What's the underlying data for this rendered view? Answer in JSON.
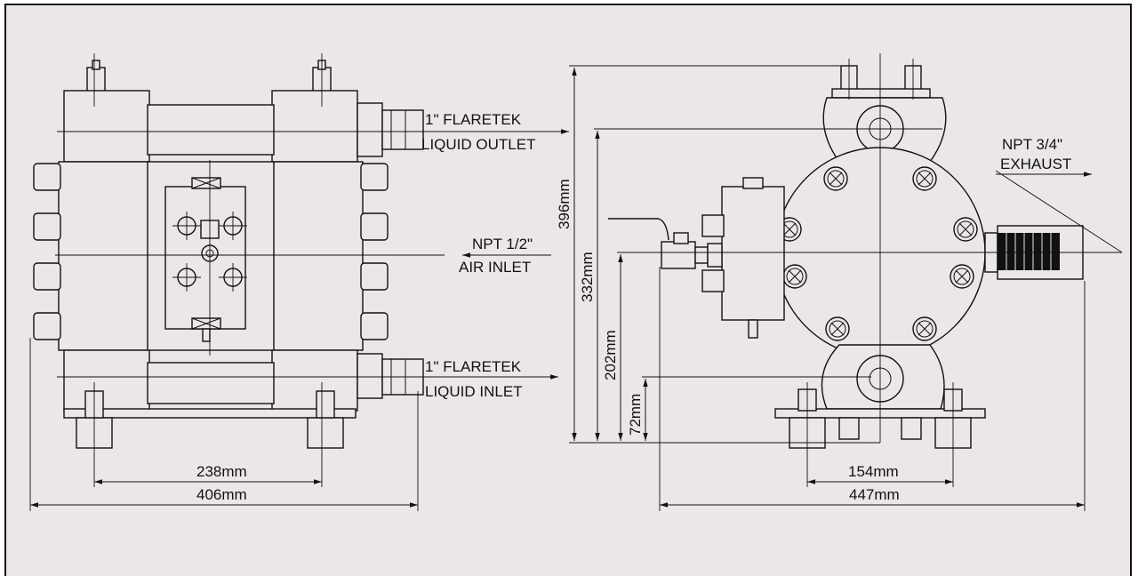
{
  "colors": {
    "background": "#ebe7e9",
    "border": "#111111",
    "line": "#111111",
    "page": "#ffffff"
  },
  "labels": {
    "liquid_outlet_size": "1\" FLARETEK",
    "liquid_outlet": "LIQUID OUTLET",
    "liquid_inlet_size": "1\" FLARETEK",
    "liquid_inlet": "LIQUID INLET",
    "air_inlet_size": "NPT 1/2\"",
    "air_inlet": "AIR INLET",
    "exhaust_size": "NPT 3/4\"",
    "exhaust": "EXHAUST"
  },
  "dimensions": {
    "front_bolt_spacing": "238mm",
    "front_overall_width": "406mm",
    "side_bolt_spacing": "154mm",
    "side_overall_width": "447mm",
    "overall_height": "396mm",
    "outlet_height": "332mm",
    "air_inlet_height": "202mm",
    "liquid_inlet_height": "72mm"
  }
}
